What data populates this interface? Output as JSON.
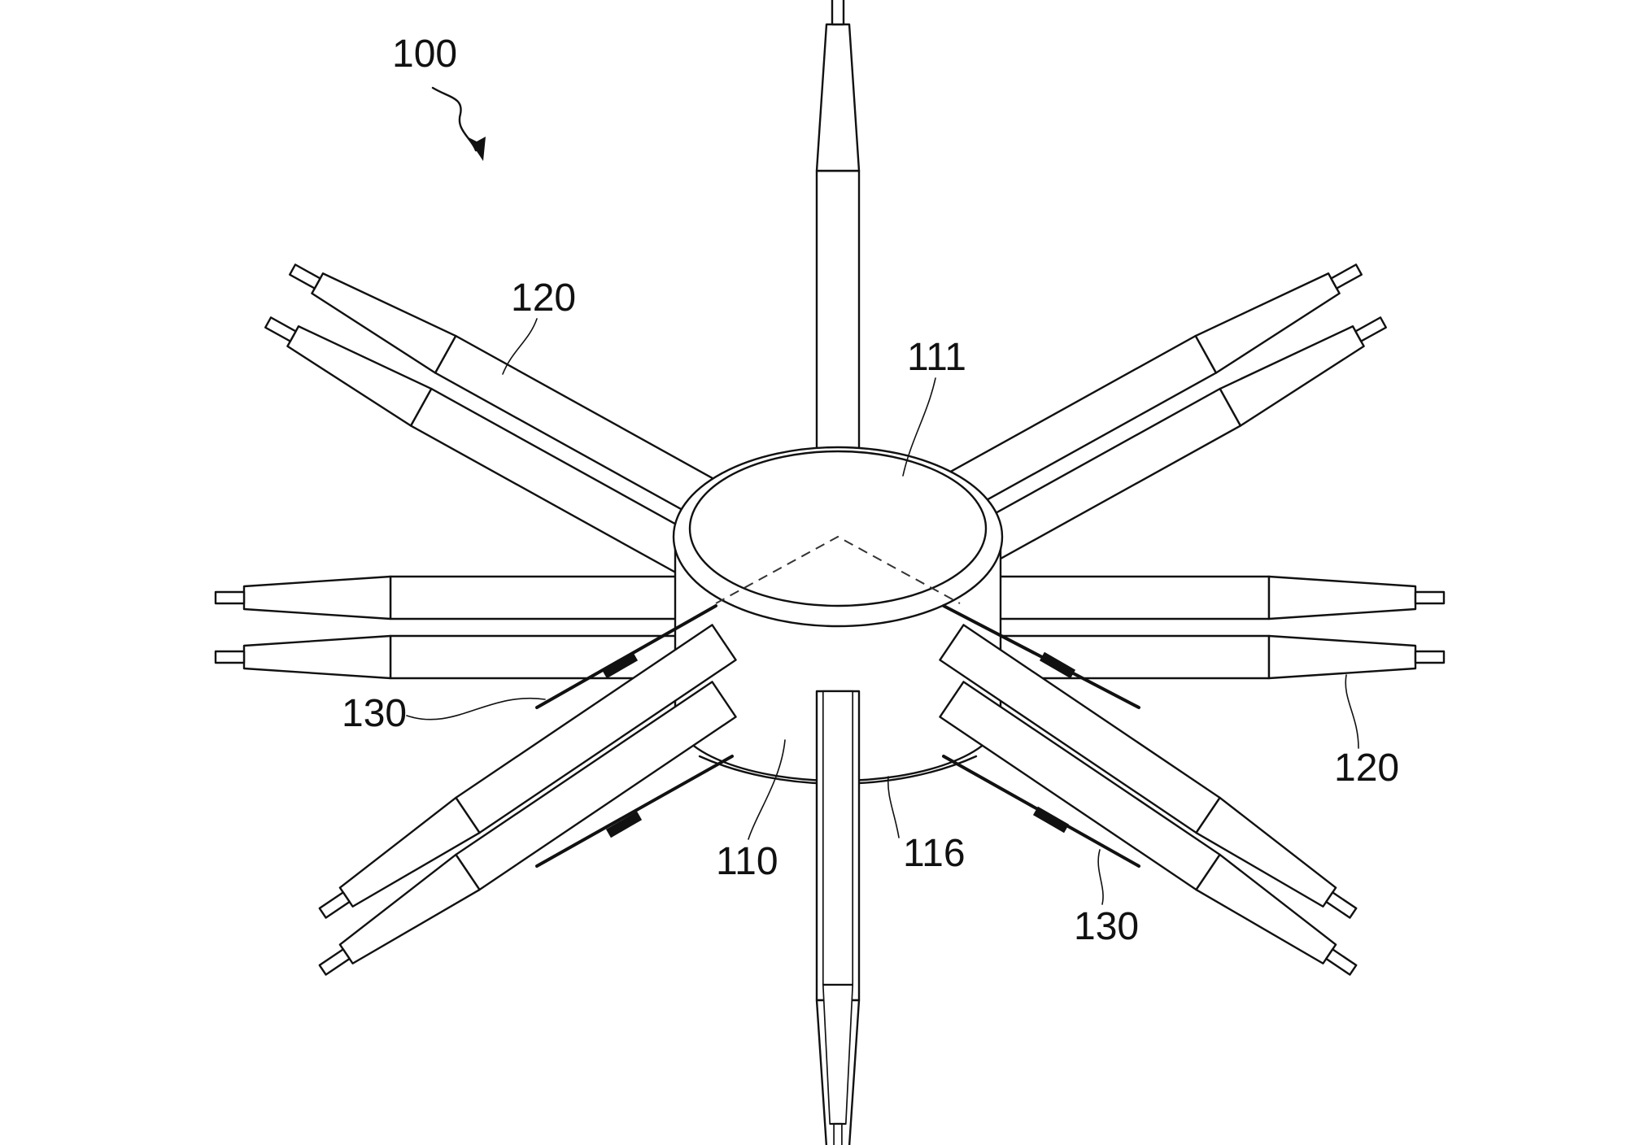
{
  "figure": {
    "labels": {
      "assembly": "100",
      "electrode_upper_left": "120",
      "electrode_lower_right": "120",
      "hub_top": "111",
      "hub_body": "110",
      "hub_ring": "116",
      "wire_left": "130",
      "wire_right": "130"
    }
  },
  "colors": {
    "ink": "#111111",
    "paper": "#ffffff"
  }
}
